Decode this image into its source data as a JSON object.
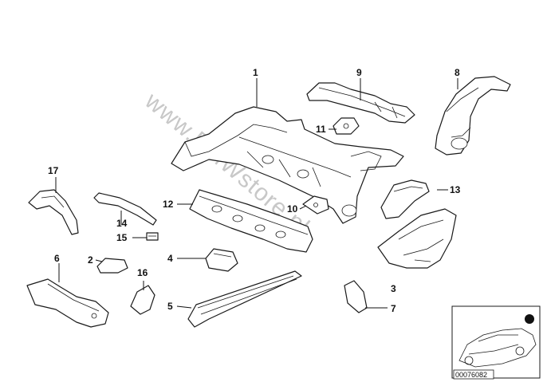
{
  "diagram": {
    "watermark": "www.BMWstore.pl",
    "reference_code": "00076082",
    "callouts": [
      {
        "id": "1",
        "label": "1"
      },
      {
        "id": "2",
        "label": "2"
      },
      {
        "id": "3",
        "label": "3"
      },
      {
        "id": "4",
        "label": "4"
      },
      {
        "id": "5",
        "label": "5"
      },
      {
        "id": "6",
        "label": "6"
      },
      {
        "id": "7",
        "label": "7"
      },
      {
        "id": "8",
        "label": "8"
      },
      {
        "id": "9",
        "label": "9"
      },
      {
        "id": "10",
        "label": "10"
      },
      {
        "id": "11",
        "label": "11"
      },
      {
        "id": "12",
        "label": "12"
      },
      {
        "id": "13",
        "label": "13"
      },
      {
        "id": "14",
        "label": "14"
      },
      {
        "id": "15",
        "label": "15"
      },
      {
        "id": "16",
        "label": "16"
      },
      {
        "id": "17",
        "label": "17"
      }
    ]
  }
}
